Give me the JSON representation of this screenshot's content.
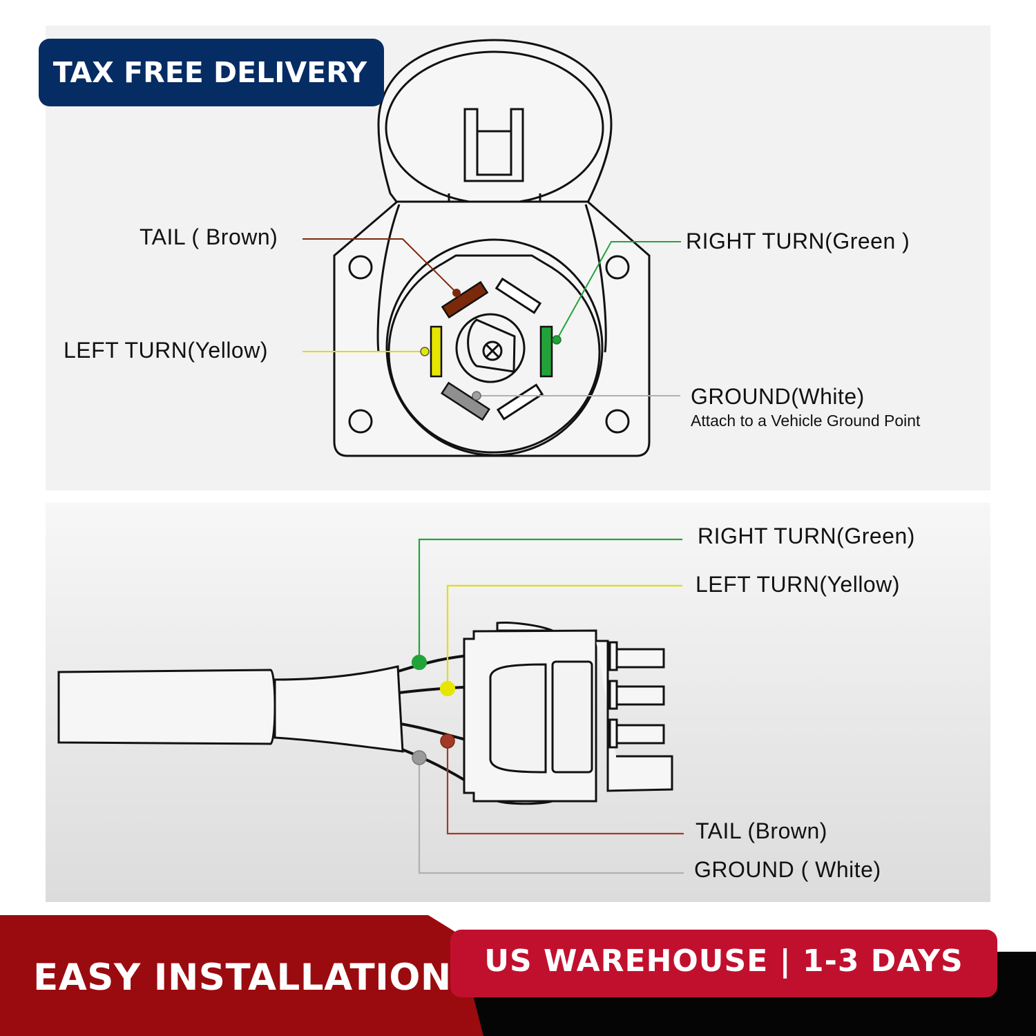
{
  "badges": {
    "top": "TAX FREE DELIVERY",
    "bottom_left": "EASY INSTALLATION",
    "bottom_right": "US WAREHOUSE | 1-3 DAYS"
  },
  "socket_diagram": {
    "tail": "TAIL ( Brown)",
    "left_turn": "LEFT TURN(Yellow)",
    "right_turn": "RIGHT TURN(Green )",
    "ground": "GROUND(White)",
    "ground_note": "Attach to a Vehicle Ground Point"
  },
  "plug_diagram": {
    "right_turn": "RIGHT TURN(Green)",
    "left_turn": "LEFT TURN(Yellow)",
    "tail": "TAIL (Brown)",
    "ground": "GROUND ( White)"
  },
  "colors": {
    "brown": "#7a2a0a",
    "yellow": "#e6e600",
    "green": "#22a33a",
    "white_wire": "#a0a0a0",
    "navy": "#062c64",
    "red": "#c1102e",
    "dark_red": "#9a0b0f"
  }
}
